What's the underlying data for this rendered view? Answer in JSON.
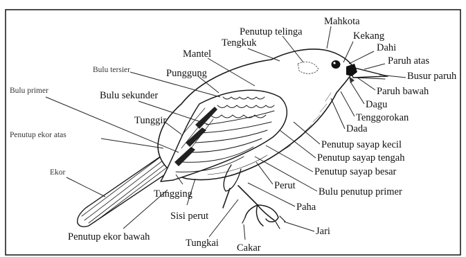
{
  "diagram": {
    "labels": {
      "mahkota": "Mahkota",
      "penutup_telinga": "Penutup telinga",
      "kekang": "Kekang",
      "tengkuk": "Tengkuk",
      "dahi": "Dahi",
      "paruh_atas": "Paruh atas",
      "mantel": "Mantel",
      "busur_paruh": "Busur paruh",
      "bulu_tersier": "Bulu tersier",
      "punggung": "Punggung",
      "paruh_bawah": "Paruh bawah",
      "bulu_primer": "Bulu primer",
      "bulu_sekunder": "Bulu sekunder",
      "dagu": "Dagu",
      "tenggorokan": "Tenggorokan",
      "tunggir": "Tunggir",
      "dada": "Dada",
      "penutup_ekor_atas": "Penutup ekor atas",
      "penutup_sayap_kecil": "Penutup sayap kecil",
      "penutup_sayap_tengah": "Penutup sayap tengah",
      "penutup_sayap_besar": "Penutup sayap besar",
      "ekor": "Ekor",
      "perut": "Perut",
      "bulu_penutup_primer": "Bulu penutup primer",
      "tungging": "Tungging",
      "paha": "Paha",
      "sisi_perut": "Sisi perut",
      "penutup_ekor_bawah": "Penutup ekor bawah",
      "jari": "Jari",
      "tungkai": "Tungkai",
      "cakar": "Cakar"
    }
  }
}
